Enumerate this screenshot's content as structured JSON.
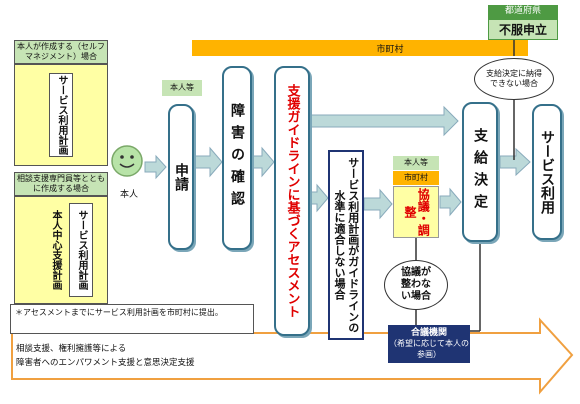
{
  "colors": {
    "orange": "#ffb300",
    "green": "#4e9a43",
    "light_green": "#c6e4b5",
    "yellow": "#ffffa4",
    "blue_border": "#35708a",
    "navy": "#1f3473",
    "red": "#e00000",
    "arrow_fill": "#bcd9d9",
    "big_arrow_border": "#f0a040"
  },
  "top": {
    "prefecture_label": "都道府県",
    "appeal_label": "不服申立",
    "municipality_bar": "市町村",
    "dissatisfied_bubble": "支給決定に納得できない場合"
  },
  "left": {
    "self_plan_header": "本人が作成する（セルフマネジメント）場合",
    "self_plan_box": "サービス利用計画",
    "support_header": "相談支援専門員等とともに作成する場合",
    "person_centered_plan": "本人中心支援計画",
    "service_plan_inner": "サービス利用計画"
  },
  "person": {
    "face_icon": "smiley-face-icon",
    "label": "本人"
  },
  "flow": {
    "person_etc_tag": "本人等",
    "application": "申請",
    "disability_check": "障害の確認",
    "assessment": "支援ガイドラインに基づくアセスメント",
    "not_meeting_guideline": "サービス利用計画がガイドラインの水準に適合しない場合",
    "person_etc_tag2": "本人等",
    "municipality_tag": "市町村",
    "consultation": "協議・調整",
    "not_settled": "協議が整わない場合",
    "payment_decision": "支給決定",
    "service_use": "サービス利用",
    "council_label": "合議機関",
    "council_note": "（希望に応じて本人の参画）"
  },
  "bottom": {
    "note": "＊アセスメントまでにサービス利用計画を市町村に提出。",
    "support_text_1": "相談支援、権利擁護等による",
    "support_text_2": "障害者へのエンパワメント支援と意思決定支援"
  }
}
